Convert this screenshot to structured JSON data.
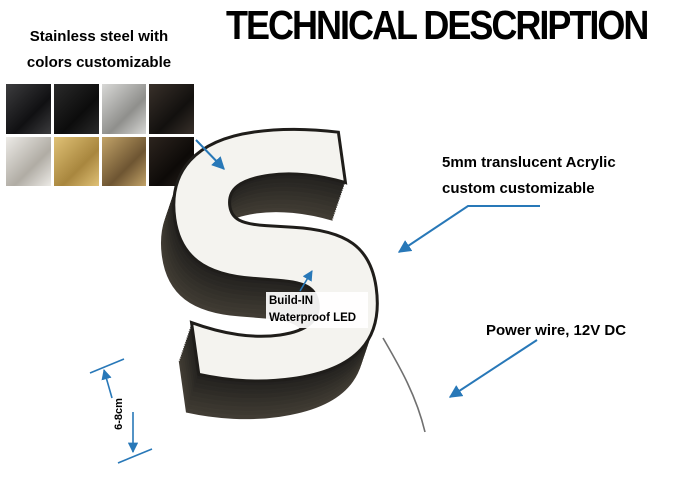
{
  "title": "TECHNICAL DESCRIPTION",
  "colors": {
    "accent": "#2878b8",
    "letter_face": "#f4f3ef",
    "letter_side": "#2b2823",
    "wire": "#707070"
  },
  "letter": {
    "glyph": "S"
  },
  "annotations": {
    "stainless": {
      "line1": "Stainless steel with",
      "line2": "colors customizable"
    },
    "acrylic": {
      "line1": "5mm translucent Acrylic",
      "line2": "custom customizable"
    },
    "led": {
      "line1": "Build-IN",
      "line2": "Waterproof LED"
    },
    "power": {
      "label": "Power wire, 12V DC"
    },
    "dimension": {
      "label": "6-8cm"
    }
  },
  "swatches": [
    {
      "name": "black-reflective",
      "c1": "#3c3c3e",
      "c2": "#101012"
    },
    {
      "name": "dark-steel",
      "c1": "#2a2a2a",
      "c2": "#0c0c0c"
    },
    {
      "name": "brushed-silver",
      "c1": "#d8d8d6",
      "c2": "#8f8f8c"
    },
    {
      "name": "dark-bronze",
      "c1": "#38302a",
      "c2": "#12100e"
    },
    {
      "name": "light-silver",
      "c1": "#eceae6",
      "c2": "#b0aca4"
    },
    {
      "name": "gold-brass",
      "c1": "#e0c176",
      "c2": "#a8863e"
    },
    {
      "name": "bronze-brushed",
      "c1": "#c2a368",
      "c2": "#6e5532"
    },
    {
      "name": "dark-textured",
      "c1": "#2c241e",
      "c2": "#0d0a08"
    }
  ]
}
